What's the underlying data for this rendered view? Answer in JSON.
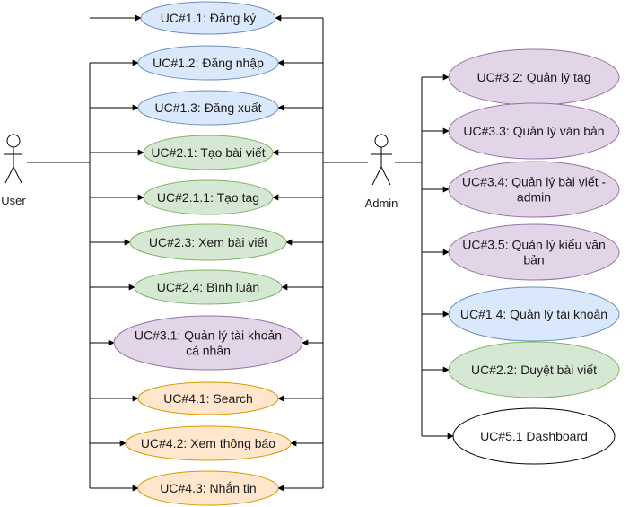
{
  "colors": {
    "blue_fill": "#dae8fc",
    "blue_stroke": "#6c8ebf",
    "green_fill": "#d5e8d4",
    "green_stroke": "#82b366",
    "purple_fill": "#e1d5e7",
    "purple_stroke": "#9673a6",
    "orange_fill": "#ffe6cc",
    "orange_stroke": "#d79b00",
    "white_fill": "#ffffff",
    "black_stroke": "#000000",
    "line": "#000000"
  },
  "actors": {
    "user": {
      "label": "User",
      "icon": "stick-figure-icon"
    },
    "admin": {
      "label": "Admin",
      "icon": "stick-figure-icon"
    }
  },
  "user_use_cases": [
    {
      "id": "uc-1-1",
      "lines": [
        "UC#1.1: Đăng ký"
      ],
      "color": "blue"
    },
    {
      "id": "uc-1-2",
      "lines": [
        "UC#1.2: Đăng nhập"
      ],
      "color": "blue"
    },
    {
      "id": "uc-1-3",
      "lines": [
        "UC#1.3: Đăng xuất"
      ],
      "color": "blue"
    },
    {
      "id": "uc-2-1",
      "lines": [
        "UC#2.1: Tạo bài viết"
      ],
      "color": "green"
    },
    {
      "id": "uc-2-1-1",
      "lines": [
        "UC#2.1.1: Tạo tag"
      ],
      "color": "green"
    },
    {
      "id": "uc-2-3",
      "lines": [
        "UC#2.3: Xem bài viết"
      ],
      "color": "green"
    },
    {
      "id": "uc-2-4",
      "lines": [
        "UC#2.4: Bình luận"
      ],
      "color": "green"
    },
    {
      "id": "uc-3-1",
      "lines": [
        "UC#3.1: Quản lý tài khoản",
        "cá nhân"
      ],
      "color": "purple"
    },
    {
      "id": "uc-4-1",
      "lines": [
        "UC#4.1: Search"
      ],
      "color": "orange"
    },
    {
      "id": "uc-4-2",
      "lines": [
        "UC#4.2: Xem thông báo"
      ],
      "color": "orange"
    },
    {
      "id": "uc-4-3",
      "lines": [
        "UC#4.3: Nhắn tin"
      ],
      "color": "orange"
    }
  ],
  "admin_use_cases": [
    {
      "id": "uc-3-2",
      "lines": [
        "UC#3.2: Quản lý tag"
      ],
      "color": "purple"
    },
    {
      "id": "uc-3-3",
      "lines": [
        "UC#3.3: Quản lý văn bản"
      ],
      "color": "purple"
    },
    {
      "id": "uc-3-4",
      "lines": [
        "UC#3.4: Quản lý bài viết -",
        "admin"
      ],
      "color": "purple"
    },
    {
      "id": "uc-3-5",
      "lines": [
        "UC#3.5: Quản lý kiểu văn",
        "bản"
      ],
      "color": "purple"
    },
    {
      "id": "uc-1-4",
      "lines": [
        "UC#1.4: Quản lý tài khoản"
      ],
      "color": "blue"
    },
    {
      "id": "uc-2-2",
      "lines": [
        "UC#2.2: Duyệt bài viết"
      ],
      "color": "green"
    },
    {
      "id": "uc-5-1",
      "lines": [
        "UC#5.1 Dashboard"
      ],
      "color": "white"
    }
  ]
}
